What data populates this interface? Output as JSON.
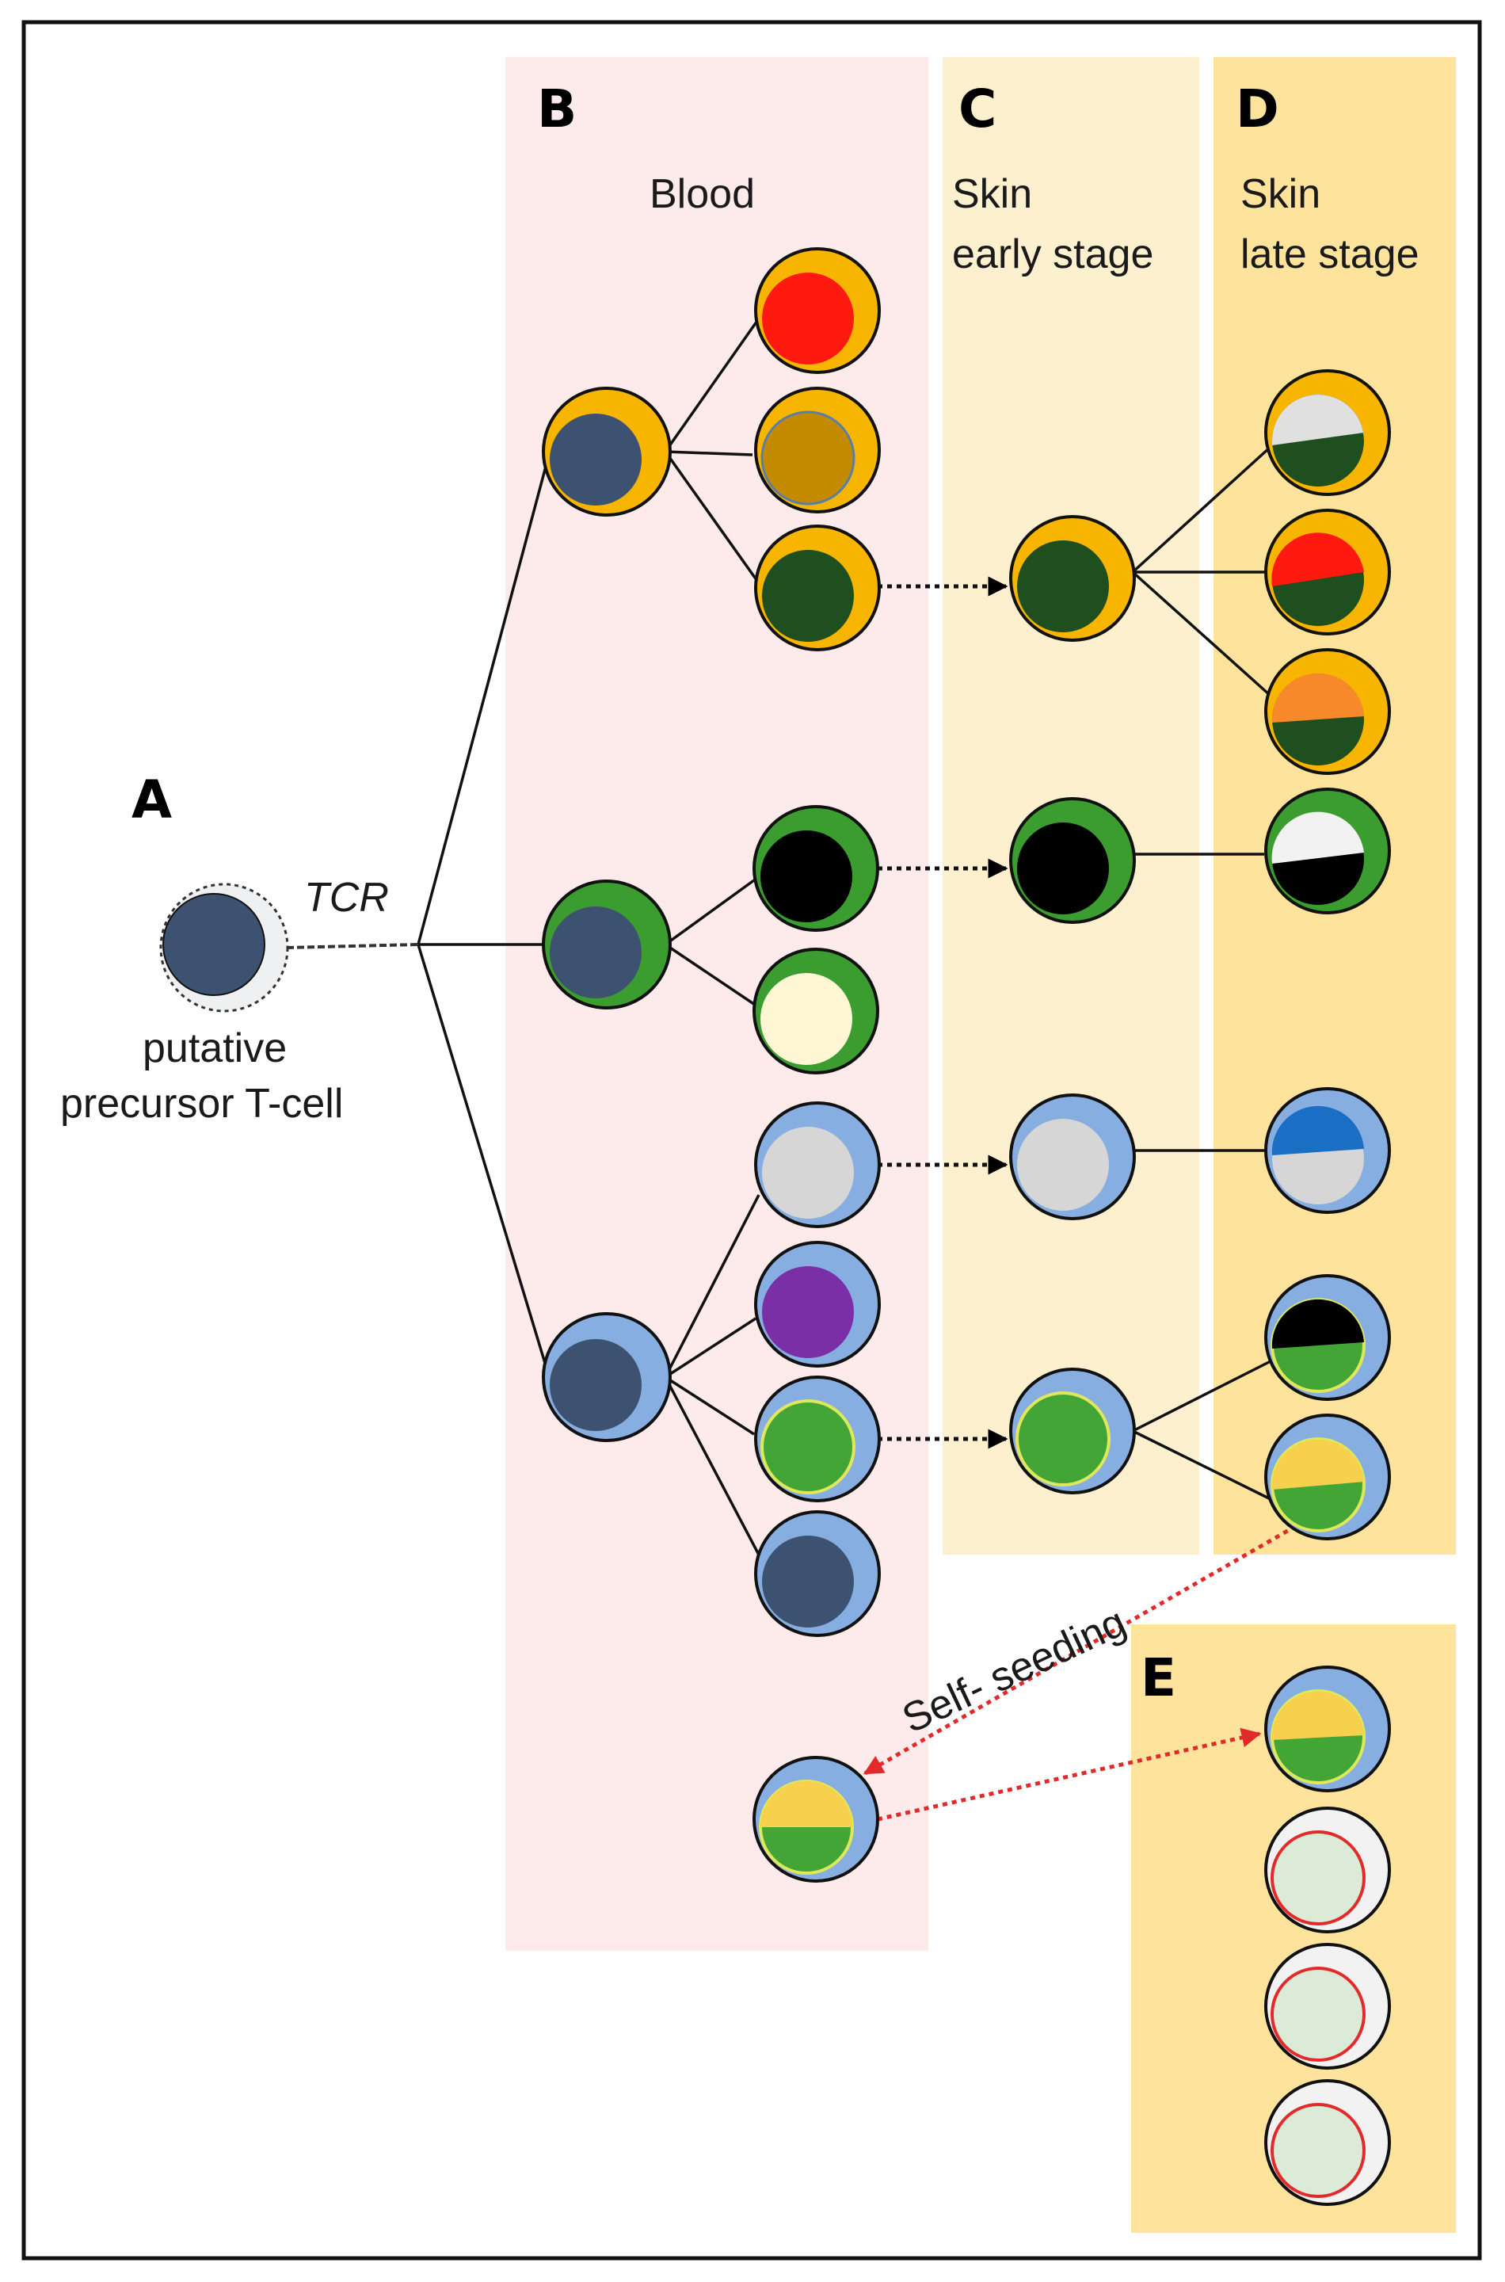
{
  "panels": {
    "a": {
      "letter": "A",
      "label_line1": "putative",
      "label_line2": "precursor T-cell",
      "tcr": "TCR"
    },
    "b": {
      "letter": "B",
      "title": "Blood"
    },
    "c": {
      "letter": "C",
      "title_line1": "Skin",
      "title_line2": "early stage"
    },
    "d": {
      "letter": "D",
      "title_line1": "Skin",
      "title_line2": "late stage"
    },
    "e": {
      "letter": "E"
    }
  },
  "annotation": {
    "self_seeding": "Self- seeding"
  },
  "colors": {
    "blood_bg": "#fdeaea",
    "skin_early_bg": "#fdf0cf",
    "skin_late_bg": "#fde39c",
    "orange_membrane": "#f7b500",
    "green_membrane": "#3b9c2f",
    "blue_membrane": "#87aee0",
    "white_membrane": "#f2f2f2",
    "dark_nucleus": "#3c5270",
    "self_seeding_arrow": "#e32a2a"
  }
}
